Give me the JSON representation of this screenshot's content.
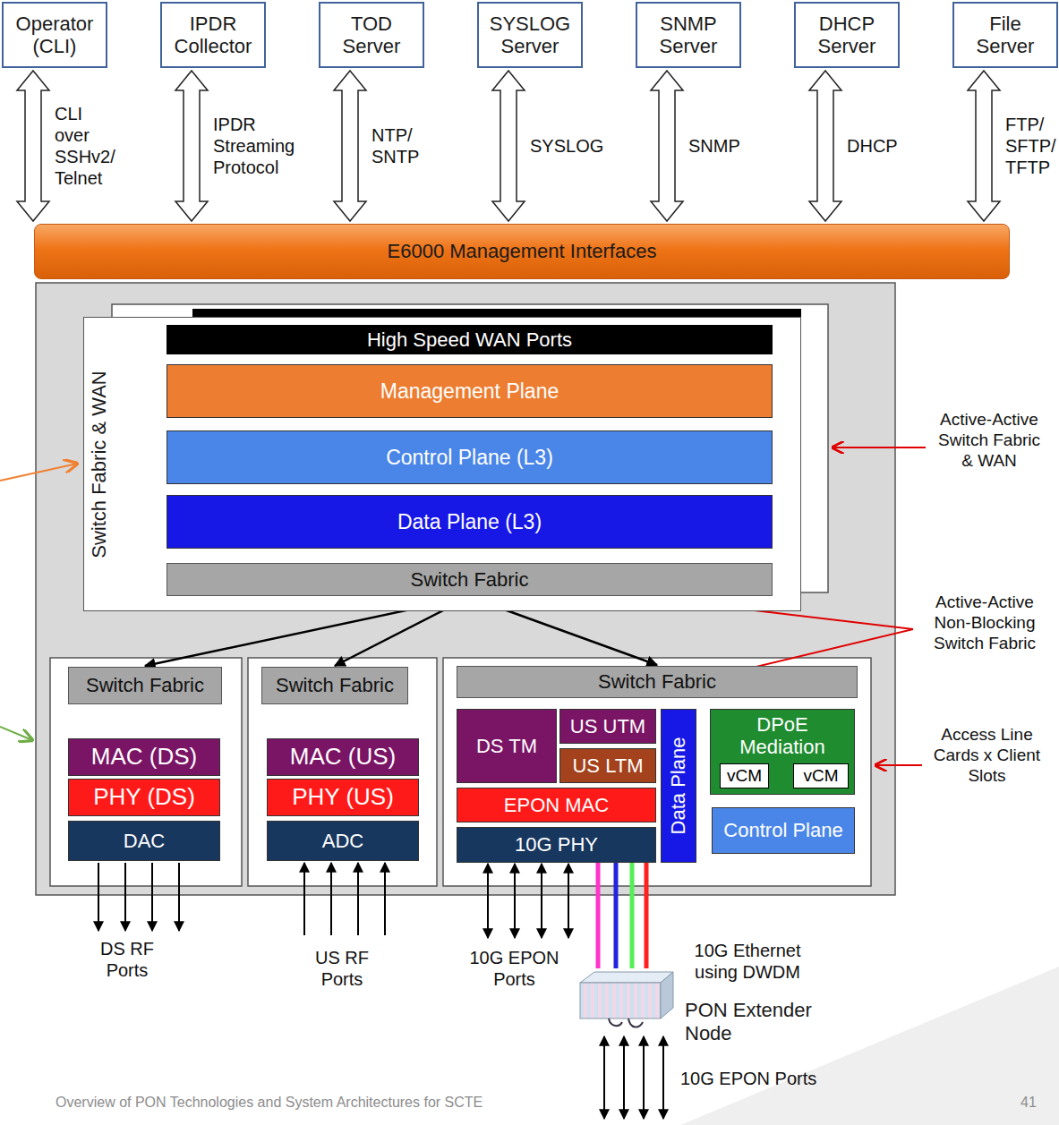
{
  "diagram": {
    "nodes": [
      {
        "text": [
          "Operator (CLI)"
        ]
      },
      {
        "text": [
          "IPDR Collector"
        ]
      },
      {
        "text": [
          "TOD Server"
        ]
      },
      {
        "text": [
          "SYSLOG Server"
        ]
      },
      {
        "text": [
          "SNMP Server"
        ]
      },
      {
        "text": [
          "DHCP Server"
        ]
      },
      {
        "text": [
          "File Server"
        ]
      },
      {
        "text": [
          "E6000 Management Interfaces"
        ]
      },
      {
        "text": [
          "Switch Fabric & WAN"
        ]
      },
      {
        "text": [
          "High Speed WAN Ports"
        ],
        "in": 8
      },
      {
        "text": [
          "Management Plane"
        ],
        "in": 8
      },
      {
        "text": [
          "Control Plane (L3)"
        ],
        "in": 8
      },
      {
        "text": [
          "Data Plane (L3)"
        ],
        "in": 8
      },
      {
        "text": [
          "Switch Fabric"
        ],
        "in": 8
      },
      {
        "text": [
          "Switch Fabric"
        ]
      },
      {
        "text": [
          "MAC (DS)"
        ]
      },
      {
        "text": [
          "PHY (DS)"
        ]
      },
      {
        "text": [
          "DAC"
        ]
      },
      {
        "text": [
          "Switch Fabric"
        ]
      },
      {
        "text": [
          "MAC (US)"
        ]
      },
      {
        "text": [
          "PHY (US)"
        ]
      },
      {
        "text": [
          "ADC"
        ]
      },
      {
        "text": [
          "Switch Fabric"
        ]
      },
      {
        "text": [
          "DS TM"
        ]
      },
      {
        "text": [
          "US UTM"
        ]
      },
      {
        "text": [
          "US LTM"
        ]
      },
      {
        "text": [
          "EPON MAC"
        ]
      },
      {
        "text": [
          "10G PHY"
        ]
      },
      {
        "text": [
          "Data Plane"
        ]
      },
      {
        "text": [
          "DPoE Mediation"
        ]
      },
      {
        "text": [
          "vCM"
        ],
        "in": 29
      },
      {
        "text": [
          "vCM"
        ],
        "in": 29
      },
      {
        "text": [
          "Control Plane"
        ]
      },
      {
        "text": [
          "PON Extender Node"
        ]
      }
    ],
    "edges": [
      {
        "from": 0,
        "to": 7,
        "arrow": "both",
        "label": "CLI over SSHv2/ Telnet"
      },
      {
        "from": 1,
        "to": 7,
        "arrow": "both",
        "label": "IPDR Streaming Protocol"
      },
      {
        "from": 2,
        "to": 7,
        "arrow": "both",
        "label": "NTP/ SNTP"
      },
      {
        "from": 3,
        "to": 7,
        "arrow": "both",
        "label": "SYSLOG"
      },
      {
        "from": 4,
        "to": 7,
        "arrow": "both",
        "label": "SNMP"
      },
      {
        "from": 5,
        "to": 7,
        "arrow": "both",
        "label": "DHCP"
      },
      {
        "from": 6,
        "to": 7,
        "arrow": "both",
        "label": "FTP/ SFTP/ TFTP"
      },
      {
        "from": 13,
        "to": 14,
        "arrow": "both"
      },
      {
        "from": 13,
        "to": 18,
        "arrow": "both"
      },
      {
        "from": 13,
        "to": 22,
        "arrow": "both"
      },
      {
        "from": 27,
        "to": 33,
        "arrow": "none"
      },
      {
        "from": 27,
        "to": 33,
        "arrow": "none"
      },
      {
        "from": 27,
        "to": 33,
        "arrow": "none"
      },
      {
        "from": 27,
        "to": 33,
        "arrow": "none"
      }
    ],
    "labels": [
      "Active-Active Switch Fabric & WAN",
      "Active-Active Non-Blocking Switch Fabric",
      "Access Line Cards x Client Slots",
      "DS RF Ports",
      "US RF Ports",
      "10G EPON Ports",
      "10G Ethernet using DWDM",
      "10G EPON Ports",
      "Overview of PON Technologies and System Architectures for SCTE",
      "41"
    ]
  }
}
